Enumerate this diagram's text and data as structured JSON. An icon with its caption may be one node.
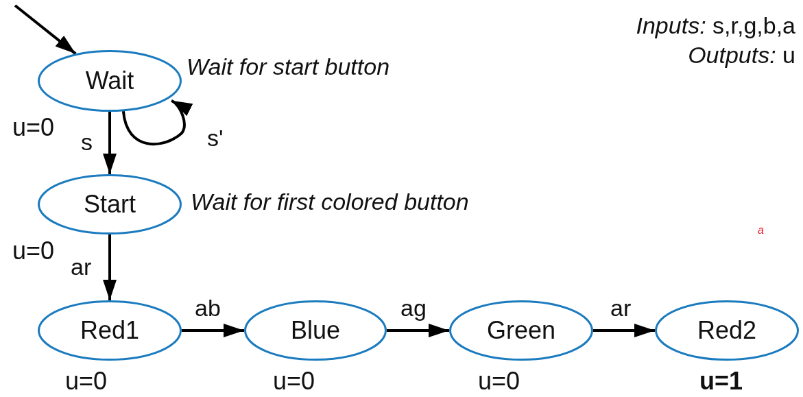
{
  "diagram": {
    "nodes": [
      {
        "text": [
          "Wait"
        ],
        "beside": [
          "u=0",
          "Wait for start button"
        ]
      },
      {
        "text": [
          "Start"
        ],
        "beside": [
          "u=0",
          "Wait for first colored button"
        ]
      },
      {
        "text": [
          "Red1"
        ],
        "beside": [
          "u=0"
        ]
      },
      {
        "text": [
          "Blue"
        ],
        "beside": [
          "u=0"
        ]
      },
      {
        "text": [
          "Green"
        ],
        "beside": [
          "u=0"
        ]
      },
      {
        "text": [
          "Red2"
        ],
        "beside": [
          "u=1"
        ]
      }
    ],
    "edges": [
      {
        "from": null,
        "to": 0,
        "arrow": "to"
      },
      {
        "from": 0,
        "to": 1,
        "arrow": "to",
        "label": "s"
      },
      {
        "from": 0,
        "to": 0,
        "arrow": "to",
        "label": "s'"
      },
      {
        "from": 1,
        "to": 2,
        "arrow": "to",
        "label": "ar"
      },
      {
        "from": 2,
        "to": 3,
        "arrow": "to",
        "label": "ab"
      },
      {
        "from": 3,
        "to": 4,
        "arrow": "to",
        "label": "ag"
      },
      {
        "from": 4,
        "to": 5,
        "arrow": "to",
        "label": "ar"
      }
    ],
    "labels": [
      "*Inputs:* s,r,g,b,a",
      "*Outputs:* u",
      "a"
    ]
  }
}
